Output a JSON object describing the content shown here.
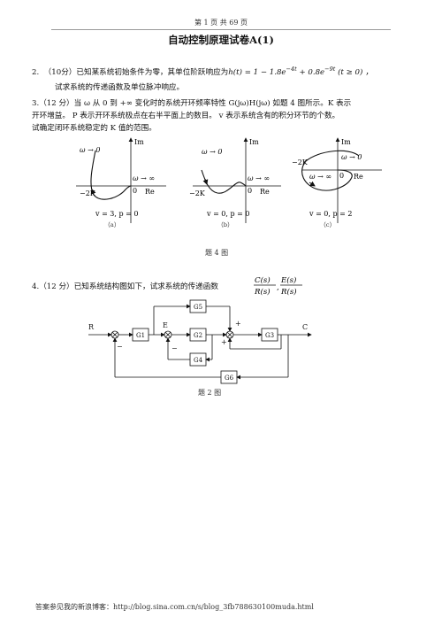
{
  "header": {
    "text": "第 1 页 共 69 页"
  },
  "title": "自动控制原理试卷A(1)",
  "q2": {
    "line1_prefix": "2.  （10分）已知某系统初始条件为零，其单位阶跃响应为",
    "formula": "h(t) = 1 − 1.8e",
    "exp1": "−4t",
    "formula_mid": " + 0.8e",
    "exp2": "−9t",
    "formula_end": " (t ≥ 0) ，",
    "line2": "试求系统的传递函数及单位脉冲响应。"
  },
  "q3": {
    "line1": "3.（12 分）当 ω 从 0 到 +∞ 变化时的系统开环频率特性 G(jω)H(jω) 如题 4 图所示。K 表示",
    "line2": "开环增益。 P 表示开环系统极点在右半平面上的数目。 v 表示系统含有的积分环节的个数。",
    "line3": "试确定闭环系统稳定的 K 值的范围。"
  },
  "fig4": {
    "im_label": "Im",
    "re_label": "Re",
    "zero": "0",
    "omega_zero": "ω → 0",
    "omega_inf": "ω → ∞",
    "neg2k": "−2K",
    "plots": [
      {
        "cond": "v = 3, p = 0",
        "sub": "（a）"
      },
      {
        "cond": "v = 0, p = 0",
        "sub": "（b）"
      },
      {
        "cond": "v = 0, p = 2",
        "sub": "（c）"
      }
    ],
    "caption": "题 4 图"
  },
  "q4": {
    "text": "4.（12 分）已知系统结构图如下，试求系统的传递函数",
    "frac1_num": "C(s)",
    "frac1_den": "R(s)",
    "sep": ",",
    "frac2_num": "E(s)",
    "frac2_den": "R(s)"
  },
  "fig2": {
    "R": "R",
    "E": "E",
    "C": "C",
    "G1": "G1",
    "G2": "G2",
    "G3": "G3",
    "G4": "G4",
    "G5": "G5",
    "G6": "G6",
    "plus": "+",
    "minus": "−",
    "caption": "题 2 图"
  },
  "footer": {
    "text": "答案参见我的新浪博客：http://blog.sina.com.cn/s/blog_3fb788630100muda.html"
  }
}
